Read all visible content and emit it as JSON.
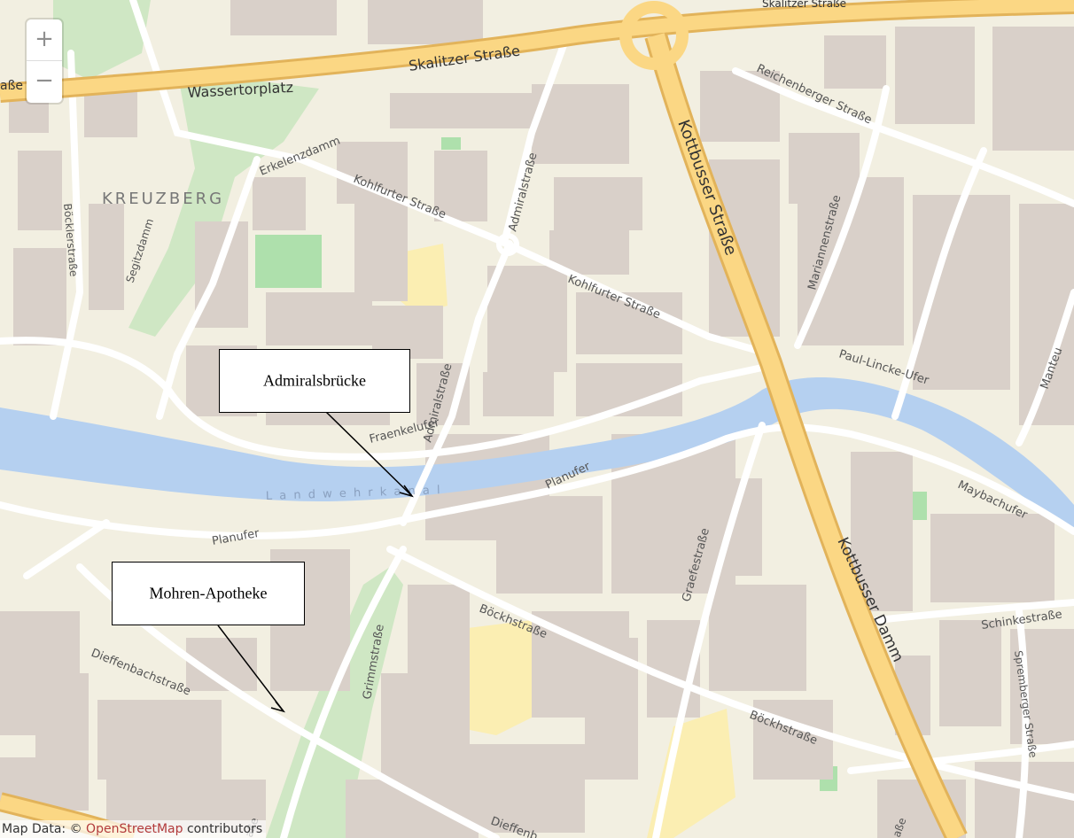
{
  "map": {
    "zoom_in_label": "+",
    "zoom_out_label": "−",
    "district_label": "KREUZBERG",
    "water_label": "L a n d w e h r k a n a l",
    "streets": {
      "skalitzer": "Skalitzer Straße",
      "skalitzer_top": "Skalitzer Straße",
      "wassertorplatz": "Wassertorplatz",
      "edge_left": "aße",
      "erkelenzdamm": "Erkelenzdamm",
      "kohlfurter_1": "Kohlfurter Straße",
      "kohlfurter_2": "Kohlfurter Straße",
      "admiral_1": "Admiralstraße",
      "admiral_2": "Admiralstraße",
      "reichenberger": "Reichenberger Straße",
      "kottbusser_strasse": "Kottbusser Straße",
      "mariannen": "Mariannenstraße",
      "manteuffel": "Manteu",
      "boeckler": "Böcklerstraße",
      "segitzdamm": "Segitzdamm",
      "fraenkelufer": "Fraenkelufer",
      "paul_lincke": "Paul-Lincke-Ufer",
      "planufer_1": "Planufer",
      "planufer_2": "Planufer",
      "maybachufer": "Maybachufer",
      "graefe": "Graefestraße",
      "kottbusser_damm": "Kottbusser Damm",
      "schinke": "Schinkestraße",
      "spremberger": "Spremberger Straße",
      "boeckh_1": "Böckhstraße",
      "boeckh_2": "Böckhstraße",
      "grimm": "Grimmstraße",
      "dieffenbach": "Dieffenbachstraße",
      "dieffenbach_bottom": "Dieffenb",
      "bottom_edge_1": "aße",
      "bottom_edge_2": "aße"
    }
  },
  "callouts": {
    "admiralsbruecke": "Admiralsbrücke",
    "mohren_apotheke": "Mohren-Apotheke"
  },
  "attribution": {
    "prefix": "Map Data: © ",
    "link": "OpenStreetMap",
    "suffix": " contributors"
  },
  "colors": {
    "land": "#f2efe1",
    "building": "#d9d0c9",
    "water": "#b5d0f0",
    "park": "#c8e6bc",
    "primary_road": "#fbd784",
    "primary_road_casing": "#e2b35a",
    "school": "#fbeeb2"
  }
}
